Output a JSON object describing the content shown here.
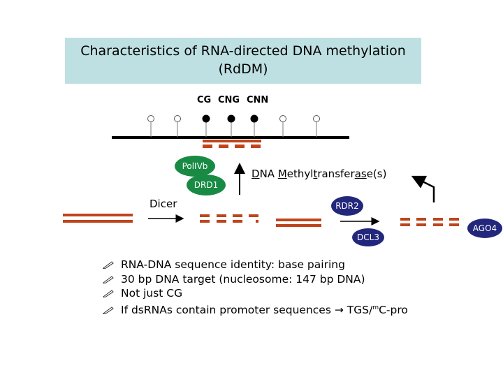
{
  "title": {
    "line1": "Characteristics of RNA-directed DNA methylation",
    "line2": "(RdDM)"
  },
  "context_labels": [
    "CG",
    "CNG",
    "CNN"
  ],
  "proteins": {
    "polivb": "PolIVb",
    "drd1": "DRD1",
    "rdr2": "RDR2",
    "dcl3": "DCL3",
    "ago4": "AGO4"
  },
  "methyltransferase": {
    "d": "D",
    "n": "NA ",
    "m": "M",
    "ethyl": "ethyl",
    "t": "t",
    "ransfer": "ransfer",
    "as": "as",
    "es": "e(s)"
  },
  "dicer_label": "Dicer",
  "bullets": {
    "b1": "RNA-DNA sequence identity: base pairing",
    "b2": "30 bp DNA target (nucleosome: 147 bp DNA)",
    "b3": "Not just CG",
    "b4_pre": "If dsRNAs contain promoter sequences",
    "b4_arrow": "→",
    "b4_mid": " TGS/",
    "b4_sup": "m",
    "b4_post": "C-pro"
  },
  "colors": {
    "title_bg": "#bfe0e2",
    "rna": "#c0441b",
    "green": "#188a43",
    "navy": "#23277c"
  },
  "icons": {
    "bullet": "pencil-icon"
  }
}
